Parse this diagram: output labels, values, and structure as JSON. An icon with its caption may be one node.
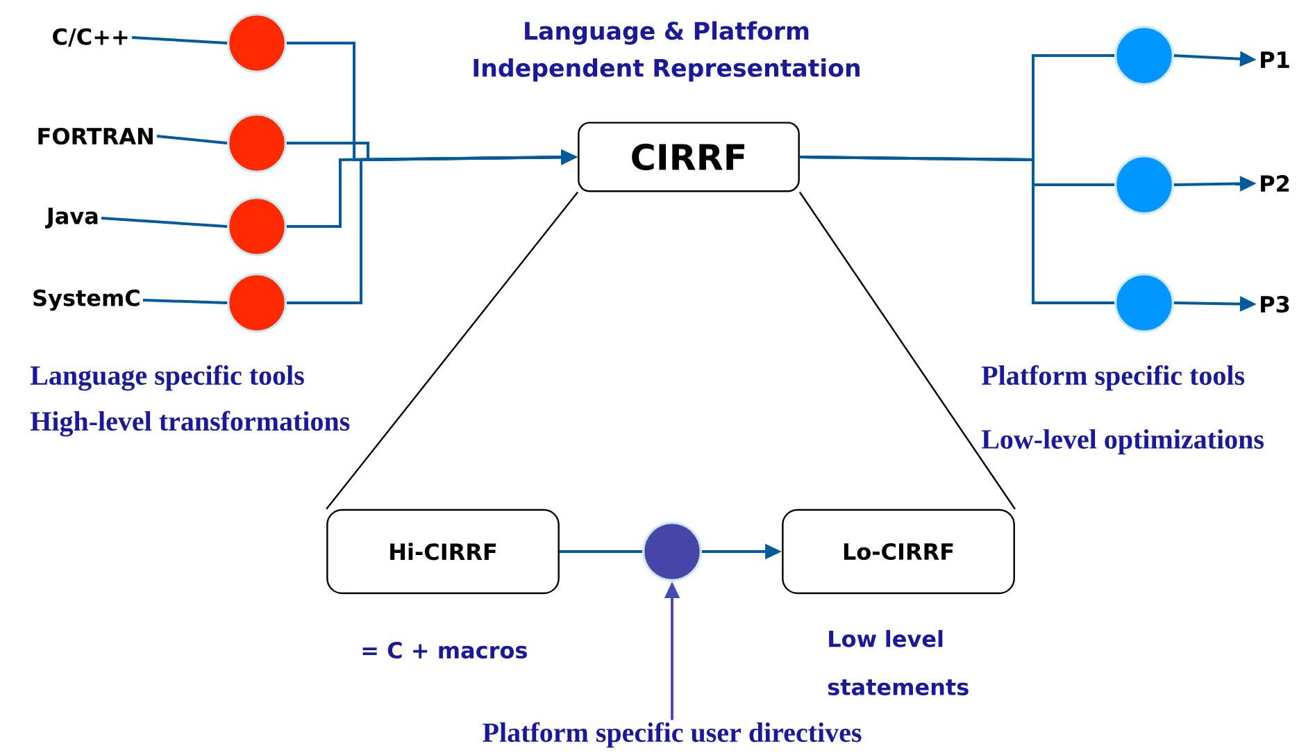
{
  "diagram": {
    "nodes": [
      {
        "text": [
          "C/C++"
        ]
      },
      {
        "text": [
          "FORTRAN"
        ]
      },
      {
        "text": [
          "Java"
        ]
      },
      {
        "text": [
          "SystemC"
        ]
      },
      {
        "text": [],
        "shape": "circle"
      },
      {
        "text": [],
        "shape": "circle"
      },
      {
        "text": [],
        "shape": "circle"
      },
      {
        "text": [],
        "shape": "circle"
      },
      {
        "text": [
          "CIRRF"
        ]
      },
      {
        "text": [],
        "shape": "circle"
      },
      {
        "text": [],
        "shape": "circle"
      },
      {
        "text": [],
        "shape": "circle"
      },
      {
        "text": [
          "P1"
        ]
      },
      {
        "text": [
          "P2"
        ]
      },
      {
        "text": [
          "P3"
        ]
      },
      {
        "text": [
          "Hi-CIRRF"
        ]
      },
      {
        "text": [],
        "shape": "circle"
      },
      {
        "text": [
          "Lo-CIRRF"
        ]
      },
      {
        "text": [
          "Platform specific user directives"
        ]
      }
    ],
    "edges": [
      {
        "from": 0,
        "to": 4,
        "arrow": "none"
      },
      {
        "from": 1,
        "to": 5,
        "arrow": "none"
      },
      {
        "from": 2,
        "to": 6,
        "arrow": "none"
      },
      {
        "from": 3,
        "to": 7,
        "arrow": "none"
      },
      {
        "from": 4,
        "to": 8,
        "arrow": "to"
      },
      {
        "from": 5,
        "to": 8,
        "arrow": "to"
      },
      {
        "from": 6,
        "to": 8,
        "arrow": "to"
      },
      {
        "from": 7,
        "to": 8,
        "arrow": "to"
      },
      {
        "from": 8,
        "to": 9,
        "arrow": "none"
      },
      {
        "from": 8,
        "to": 10,
        "arrow": "none"
      },
      {
        "from": 8,
        "to": 11,
        "arrow": "none"
      },
      {
        "from": 9,
        "to": 12,
        "arrow": "to"
      },
      {
        "from": 10,
        "to": 13,
        "arrow": "to"
      },
      {
        "from": 11,
        "to": 14,
        "arrow": "to"
      },
      {
        "from": 8,
        "to": 15,
        "arrow": "none",
        "color": "#000000"
      },
      {
        "from": 8,
        "to": 17,
        "arrow": "none",
        "color": "#000000"
      },
      {
        "from": 15,
        "to": 16,
        "arrow": "none"
      },
      {
        "from": 16,
        "to": 17,
        "arrow": "to"
      },
      {
        "from": 18,
        "to": 16,
        "arrow": "to",
        "color": "#4a4ab0"
      }
    ],
    "labels": [
      "Language & Platform Independent Representation",
      "Language specific tools",
      "High-level transformations",
      "Platform specific tools",
      "Low-level optimizations",
      "= C + macros",
      "Low level statements"
    ]
  }
}
